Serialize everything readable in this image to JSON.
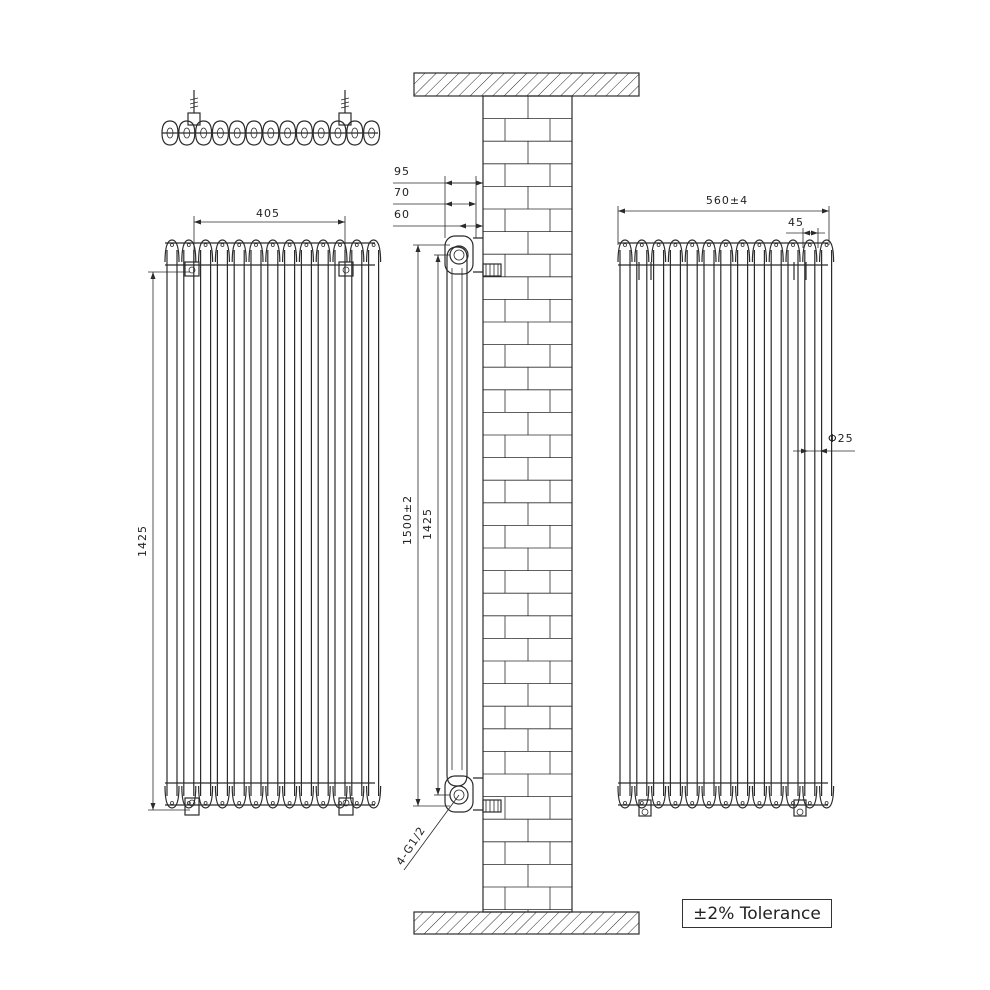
{
  "dimensions": {
    "front_width": "405",
    "front_height": "1425",
    "side_offset_95": "95",
    "side_offset_70": "70",
    "side_offset_60": "60",
    "side_height_total": "1500±2",
    "side_height_centers": "1425",
    "thread_label": "4-G1/2",
    "rear_width": "560±4",
    "rear_offset": "45",
    "tube_diameter": "Φ25"
  },
  "tolerance_label": "±2% Tolerance",
  "colors": {
    "line": "#2b2b2b",
    "background": "#ffffff"
  }
}
